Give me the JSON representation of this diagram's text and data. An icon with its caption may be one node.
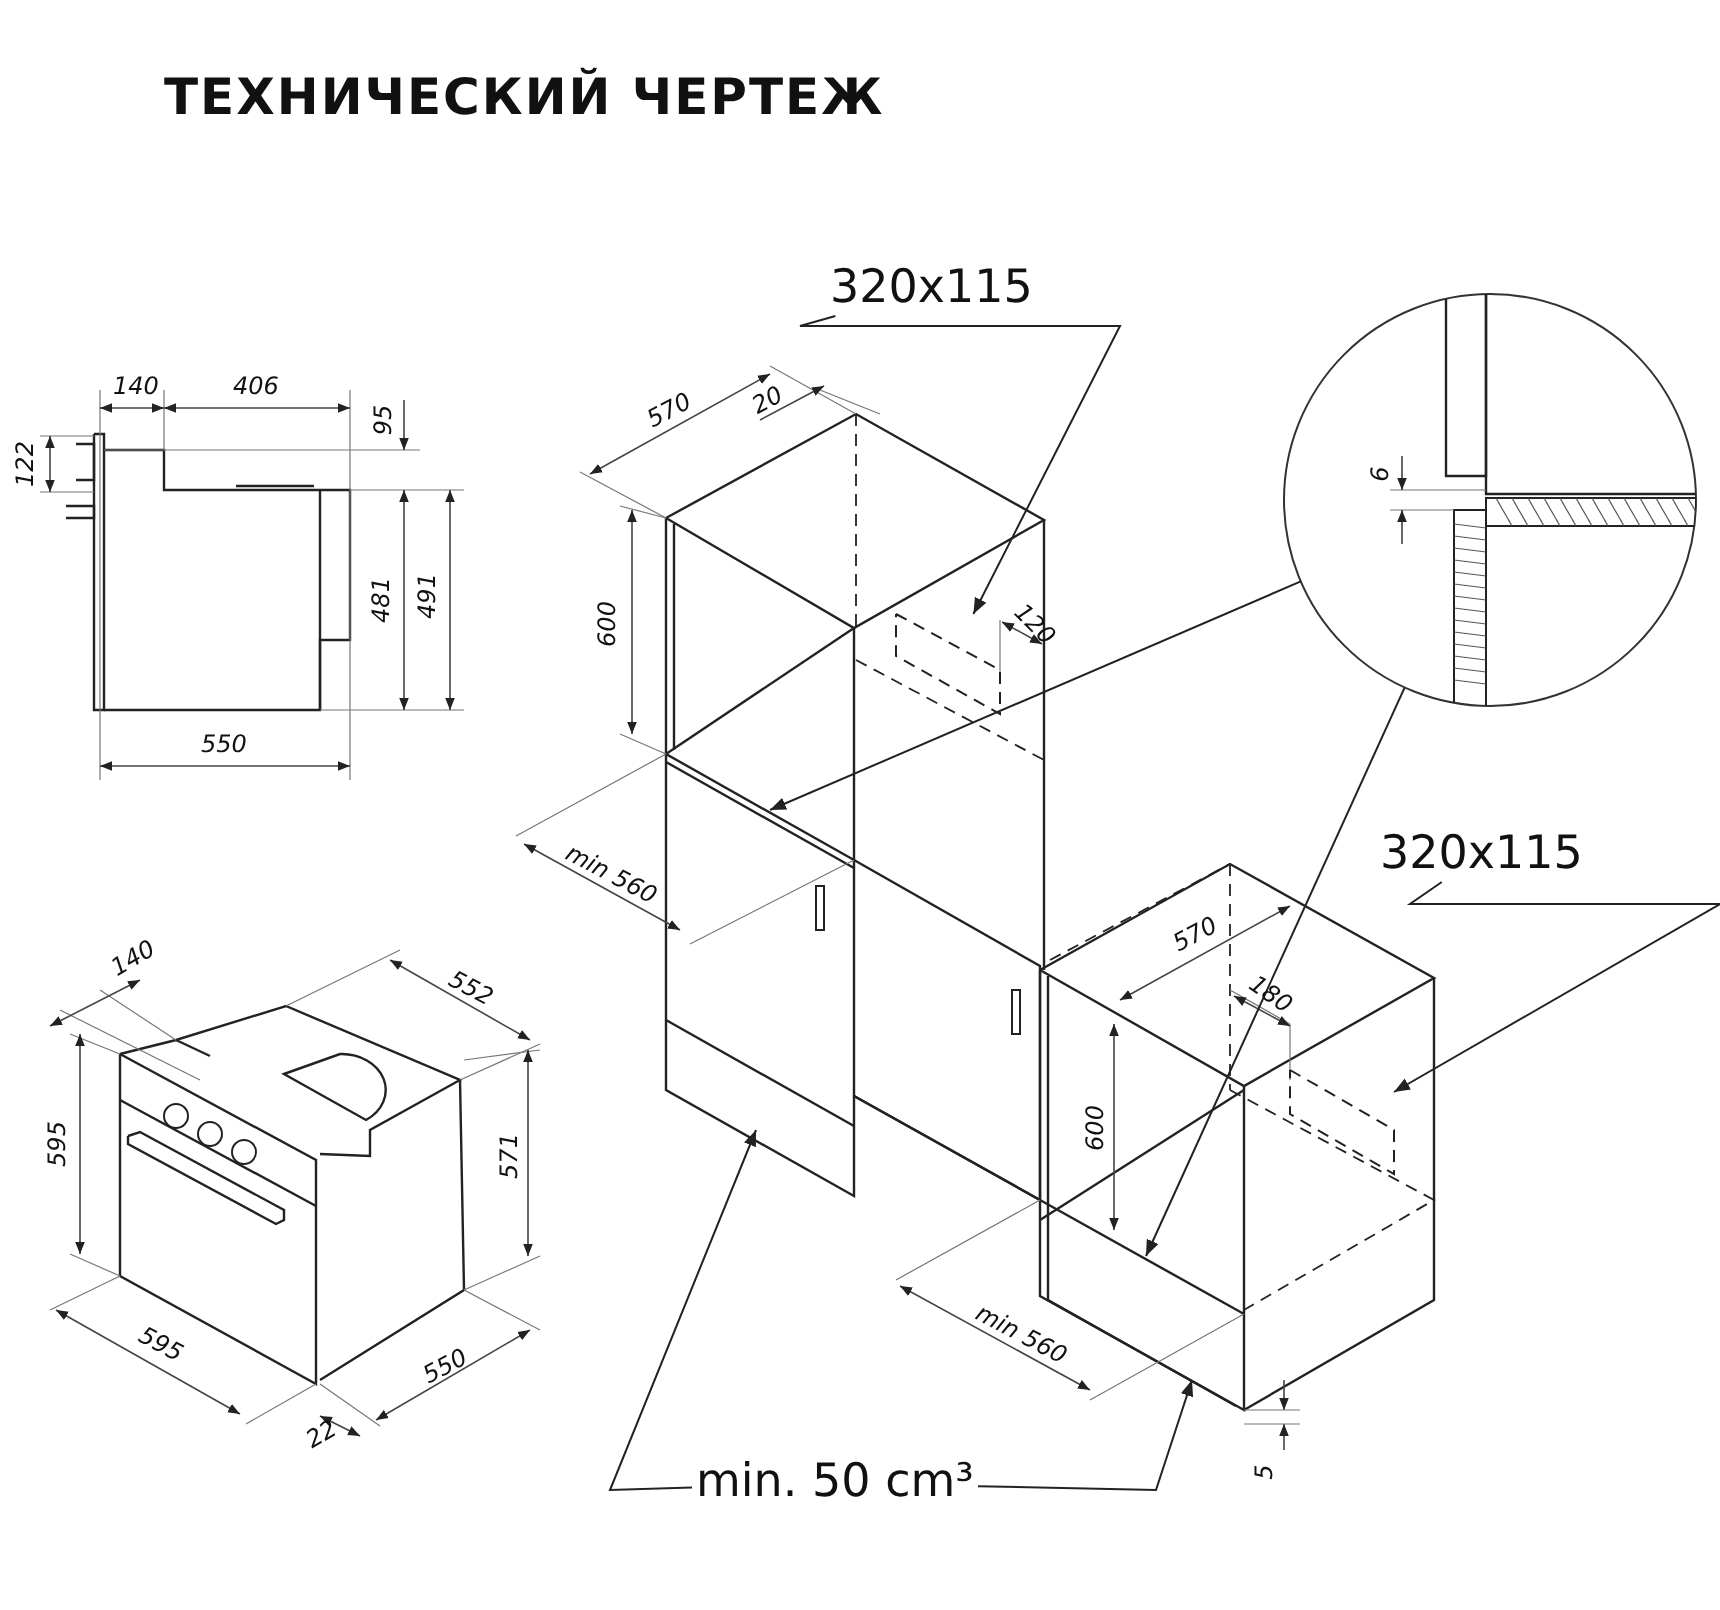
{
  "diagram": {
    "title": "ТЕХНИЧЕСКИЙ ЧЕРТЕЖ",
    "nodes": [
      {
        "text": [
          "320x115"
        ]
      },
      {
        "text": [],
        "shape": "box"
      },
      {
        "text": [
          "320x115"
        ]
      },
      {
        "text": [],
        "shape": "box"
      },
      {
        "text": [
          "min. 50 cm³"
        ]
      },
      {
        "text": [],
        "shape": "circle"
      }
    ],
    "edges": [
      {
        "from": 0,
        "to": 1,
        "arrow": "to"
      },
      {
        "from": 2,
        "to": 3,
        "arrow": "to"
      },
      {
        "from": 4,
        "to": null,
        "arrow": "to"
      },
      {
        "from": 4,
        "to": null,
        "arrow": "to"
      },
      {
        "from": 5,
        "to": null,
        "arrow": "to"
      },
      {
        "from": 5,
        "to": null,
        "arrow": "to"
      }
    ],
    "labels": [
      "140",
      "406",
      "95",
      "122",
      "481",
      "491",
      "550",
      "140",
      "552",
      "595",
      "571",
      "595",
      "550",
      "22",
      "570",
      "20",
      "600",
      "120",
      "min 560",
      "570",
      "180",
      "600",
      "min 560",
      "5",
      "6"
    ]
  }
}
